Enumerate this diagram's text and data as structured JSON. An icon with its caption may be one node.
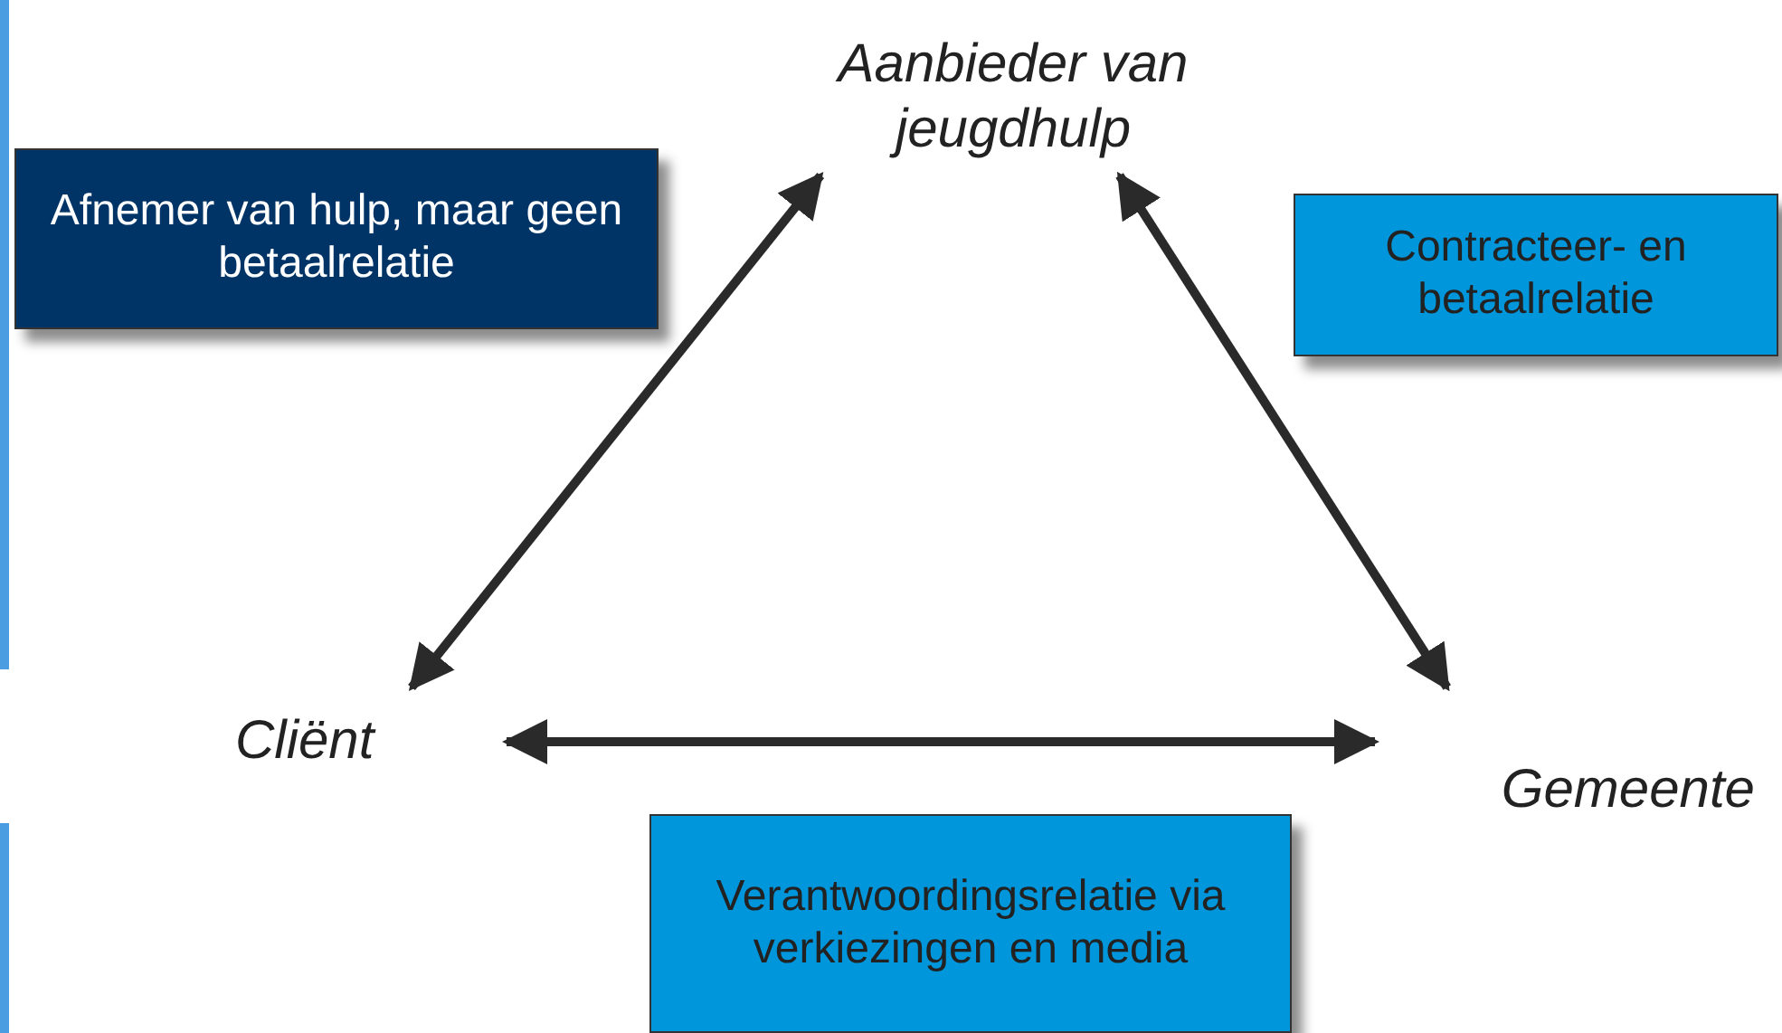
{
  "diagram": {
    "nodes": [
      {
        "text": [
          "Aanbieder van jeugdhulp"
        ]
      },
      {
        "text": [
          "Cliënt"
        ]
      },
      {
        "text": [
          "Gemeente"
        ]
      },
      {
        "text": [
          "Afnemer van hulp, maar geen betaalrelatie"
        ]
      },
      {
        "text": [
          "Contracteer- en betaalrelatie"
        ]
      },
      {
        "text": [
          "Verantwoordingsrelatie via verkiezingen en media"
        ]
      }
    ],
    "edges": [
      {
        "from": 0,
        "to": 1,
        "arrow": "both"
      },
      {
        "from": 0,
        "to": 2,
        "arrow": "both"
      },
      {
        "from": 1,
        "to": 2,
        "arrow": "both"
      }
    ]
  }
}
